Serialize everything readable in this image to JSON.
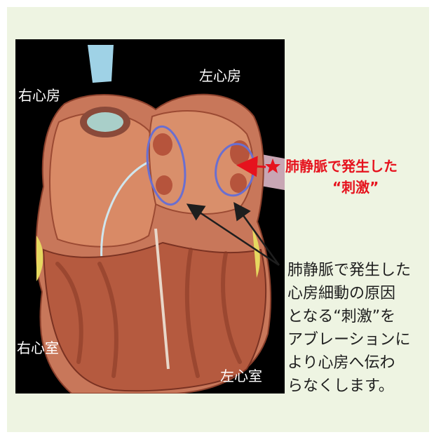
{
  "labels": {
    "right_atrium": "右心房",
    "left_atrium": "左心房",
    "right_ventricle": "右心室",
    "left_ventricle": "左心室"
  },
  "callout": {
    "line1": "肺静脈で発生した",
    "line2": "“刺激”",
    "star_icon": "star-icon",
    "color": "#e6121d"
  },
  "description": {
    "lines": [
      "肺静脈で発生した",
      "心房細動の原因",
      "となる“刺激”を",
      "アブレーションに",
      "より心房へ伝わ",
      "らなくします。"
    ]
  },
  "colors": {
    "panel_bg": "#eef4e2",
    "figure_bg": "#000000",
    "highlight_ring": "#6a6fd0",
    "heart_tissue": "#c8775a"
  }
}
